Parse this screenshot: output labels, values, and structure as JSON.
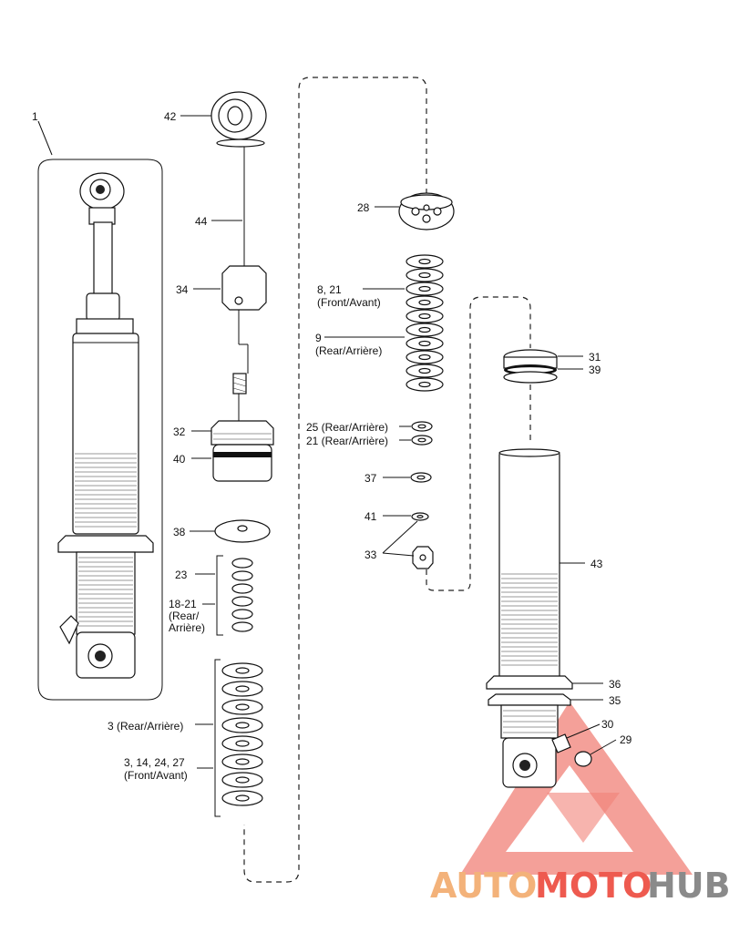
{
  "labels": {
    "l1": "1",
    "l42": "42",
    "l44": "44",
    "l34": "34",
    "l32": "32",
    "l40": "40",
    "l38": "38",
    "l23": "23",
    "l18_21": "18-21",
    "l18_21_b": "(Rear/",
    "l18_21_c": "Arrière)",
    "l3_rear": "3 (Rear/Arrière)",
    "l3_front_a": "3, 14, 24, 27",
    "l3_front_b": "(Front/Avant)",
    "l28": "28",
    "l8_21_a": "8, 21",
    "l8_21_b": "(Front/Avant)",
    "l9_a": "9",
    "l9_b": "(Rear/Arrière)",
    "l25": "25 (Rear/Arrière)",
    "l21": "21 (Rear/Arrière)",
    "l37": "37",
    "l41": "41",
    "l33": "33",
    "l31": "31",
    "l39": "39",
    "l43": "43",
    "l36": "36",
    "l35": "35",
    "l30": "30",
    "l29": "29"
  },
  "watermark": {
    "part1": "AUTO",
    "part2": "MOTO",
    "part3": "HUB",
    "color_orange": "#f3b27a",
    "color_red": "#ee5a4f",
    "color_gray": "#8a8a8a"
  }
}
